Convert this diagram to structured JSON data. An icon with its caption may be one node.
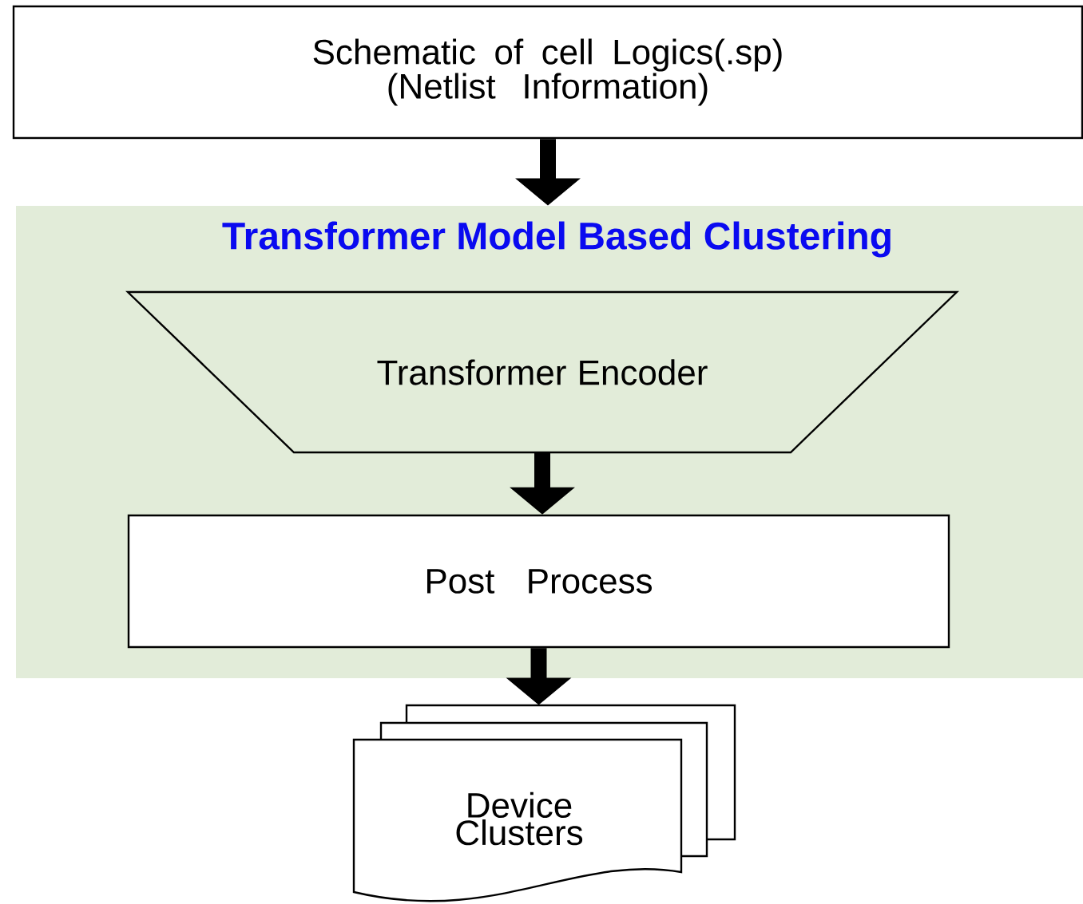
{
  "diagram": {
    "nodes": [
      {
        "text": [
          "Schematic of cell Logics(.sp) (Netlist Information)"
        ]
      },
      {
        "text": [
          "Transformer Model Based Clustering"
        ]
      },
      {
        "text": [
          "Transformer Encoder"
        ],
        "in": 1
      },
      {
        "text": [
          "Post Process"
        ],
        "in": 1
      },
      {
        "text": [
          "Device Clusters"
        ]
      }
    ],
    "edges": [
      {
        "from": 0,
        "to": 1,
        "arrow": "to"
      },
      {
        "from": 2,
        "to": 3,
        "arrow": "to"
      },
      {
        "from": 3,
        "to": 4,
        "arrow": "to"
      }
    ]
  }
}
